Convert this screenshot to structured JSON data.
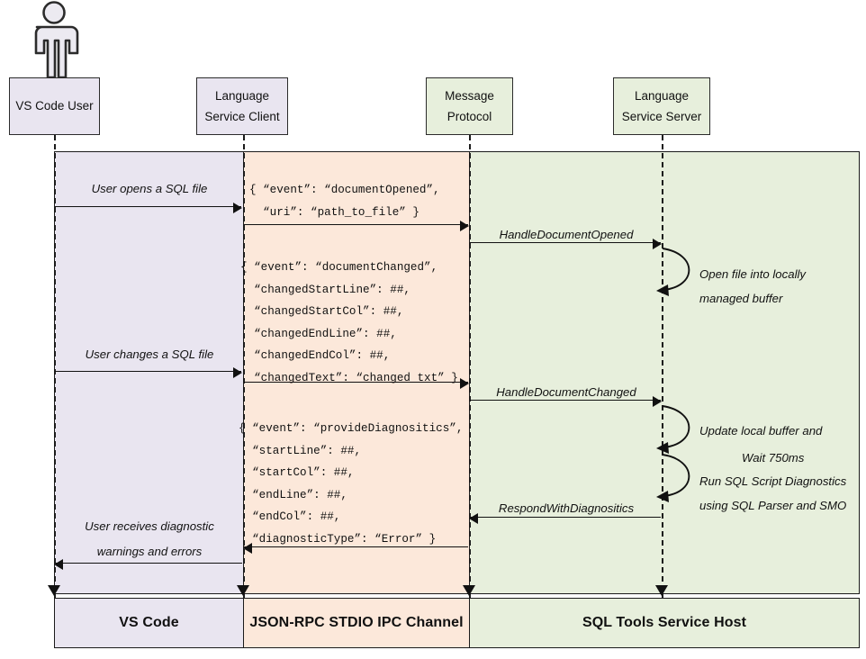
{
  "diagram": {
    "title": "SQL Tools Service sequence diagram",
    "colors": {
      "purple": "#e9e5f0",
      "peach": "#fce8da",
      "green": "#e7efdc",
      "stroke": "#1b1b1b"
    }
  },
  "actor": {
    "name": "stick-figure-actor"
  },
  "lifelines": [
    {
      "id": "vscode-user",
      "line1": "VS Code User",
      "line2": ""
    },
    {
      "id": "language-service-client",
      "line1": "Language",
      "line2": "Service Client"
    },
    {
      "id": "message-protocol",
      "line1": "Message",
      "line2": "Protocol"
    },
    {
      "id": "language-service-server",
      "line1": "Language",
      "line2": "Service Server"
    }
  ],
  "messages": [
    {
      "id": "user-opens-sql-file",
      "label": "User opens a SQL file"
    },
    {
      "id": "handle-document-opened",
      "label": "HandleDocumentOpened"
    },
    {
      "id": "user-changes-sql-file",
      "label": "User changes a SQL file"
    },
    {
      "id": "handle-document-changed",
      "label": "HandleDocumentChanged"
    },
    {
      "id": "respond-with-diagnositics",
      "label": "RespondWithDiagnositics"
    },
    {
      "id": "user-receives-diagnostics",
      "line1": "User receives diagnostic",
      "line2": "warnings and errors"
    }
  ],
  "payloads": [
    {
      "id": "document-opened-payload",
      "lines": [
        "{ “event”: “documentOpened”,",
        "  “uri”: “path_to_file” }"
      ]
    },
    {
      "id": "document-changed-payload",
      "lines": [
        "{ “event”: “documentChanged”,",
        "  “changedStartLine”: ##,",
        "  “changedStartCol”: ##,",
        "  “changedEndLine”: ##,",
        "  “changedEndCol”: ##,",
        "  “changedText”: “changed txt” }"
      ]
    },
    {
      "id": "provide-diagnositics-payload",
      "lines": [
        "{ “event”: “provideDiagnositics”,",
        "  “startLine”: ##,",
        "  “startCol”: ##,",
        "  “endLine”: ##,",
        "  “endCol”: ##,",
        "  “diagnosticType”: “Error” }"
      ]
    }
  ],
  "self_notes": [
    {
      "id": "open-file-note",
      "line1": "Open file into locally",
      "line2": "managed buffer"
    },
    {
      "id": "update-buffer-note",
      "line1": "Update local buffer and",
      "line2": "Wait 750ms"
    },
    {
      "id": "run-diagnostics-note",
      "line1": "Run SQL Script Diagnostics",
      "line2": "using SQL Parser and SMO"
    }
  ],
  "footer": [
    {
      "id": "footer-vs-code",
      "label": "VS Code"
    },
    {
      "id": "footer-json-rpc",
      "label": "JSON-RPC STDIO IPC Channel"
    },
    {
      "id": "footer-sql-host",
      "label": "SQL Tools Service Host"
    }
  ]
}
